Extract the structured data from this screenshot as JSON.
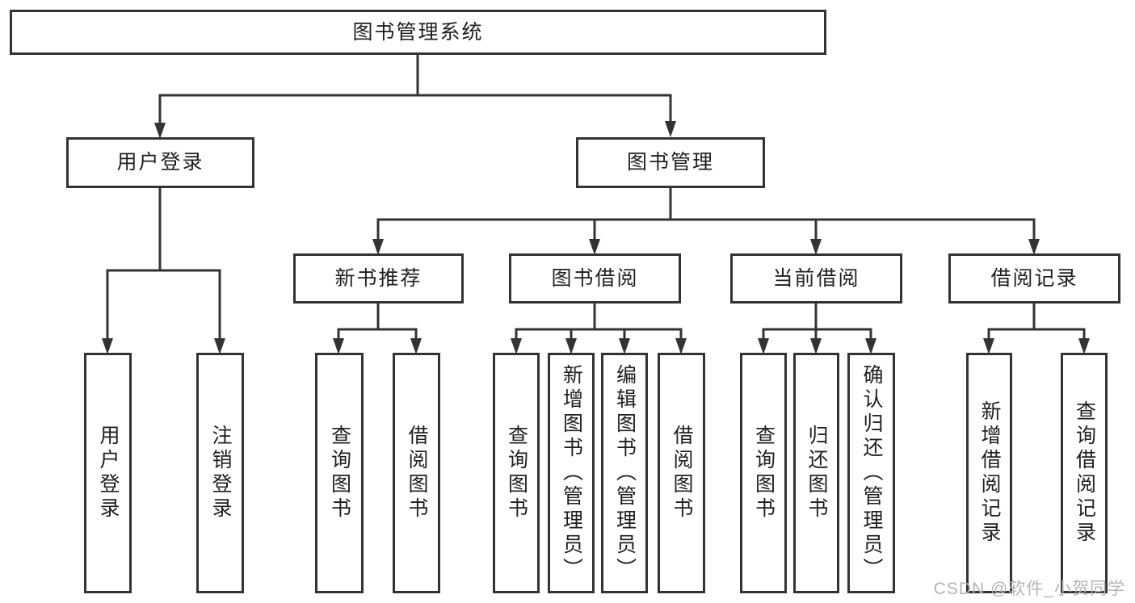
{
  "tree": {
    "root": {
      "label": "图书管理系统"
    },
    "branches": [
      {
        "label": "用户登录",
        "children": [
          {
            "label": "用户登录"
          },
          {
            "label": "注销登录"
          }
        ]
      },
      {
        "label": "图书管理",
        "children": [
          {
            "label": "新书推荐",
            "children": [
              {
                "label": "查询图书"
              },
              {
                "label": "借阅图书"
              }
            ]
          },
          {
            "label": "图书借阅",
            "children": [
              {
                "label": "查询图书"
              },
              {
                "label": "新增图书（管理员）"
              },
              {
                "label": "编辑图书（管理员）"
              },
              {
                "label": "借阅图书"
              }
            ]
          },
          {
            "label": "当前借阅",
            "children": [
              {
                "label": "查询图书"
              },
              {
                "label": "归还图书"
              },
              {
                "label": "确认归还（管理员）"
              }
            ]
          },
          {
            "label": "借阅记录",
            "children": [
              {
                "label": "新增借阅记录"
              },
              {
                "label": "查询借阅记录"
              }
            ]
          }
        ]
      }
    ]
  },
  "watermark": {
    "text": "CSDN @软件_小贺同学"
  },
  "colors": {
    "line": "#333333",
    "text": "#1f1f1f",
    "watermark": "#b5b5b5",
    "background": "#ffffff"
  }
}
